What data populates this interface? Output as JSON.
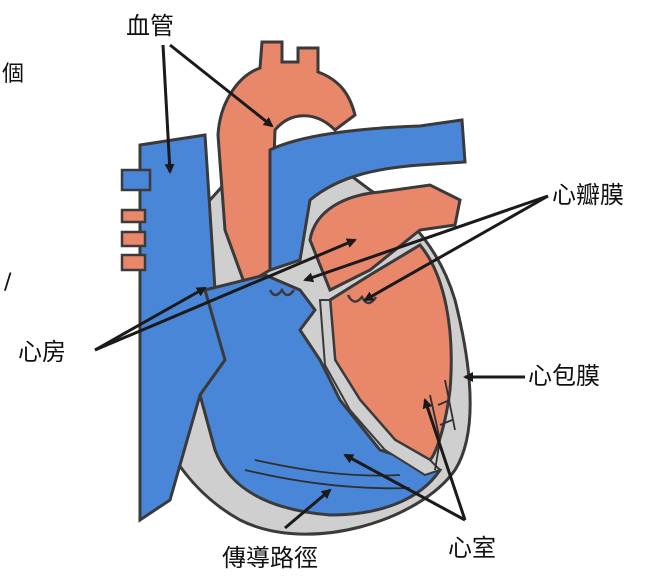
{
  "labels": {
    "vessels": "血管",
    "valves": "心瓣膜",
    "atria": "心房",
    "pericardium": "心包膜",
    "ventricles": "心室",
    "conduction": "傳導路徑"
  },
  "fragments": {
    "left_top": "個",
    "left_mid": "/"
  },
  "colors": {
    "oxygenated": "#e9876a",
    "deoxygenated": "#4a86d8",
    "tissue": "#c9c9c9",
    "outline": "#3a3a3a",
    "arrow": "#1a1a1a"
  }
}
